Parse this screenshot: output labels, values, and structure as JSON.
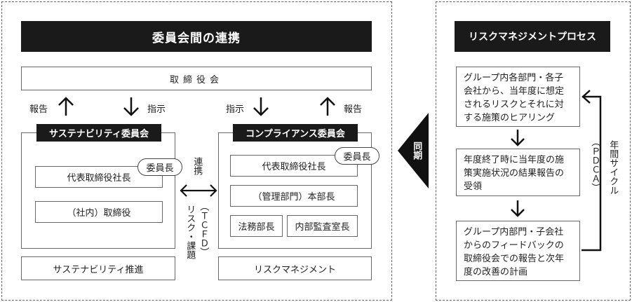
{
  "left": {
    "title": "委員会間の連携",
    "board": "取締役会",
    "report_left": "報告",
    "instruct_left": "指示",
    "instruct_right": "指示",
    "report_right": "報告",
    "sustain": {
      "header": "サステナビリティ委員会",
      "chair_badge": "委員長",
      "president": "代表取締役社長",
      "director": "（社内）取締役",
      "promotion": "サステナビリティ推進"
    },
    "compliance": {
      "header": "コンプライアンス委員会",
      "chair_badge": "委員長",
      "president": "代表取締役社長",
      "admin_head": "（管理部門）本部長",
      "legal": "法務部長",
      "audit": "内部監査室長",
      "risk_mgmt": "リスクマネジメント"
    },
    "link_label": "連携",
    "link_sub": "リスク・課題",
    "link_paren": "（ＴＣＦＤ）"
  },
  "sync_label": "同期",
  "right": {
    "title": "リスクマネジメントプロセス",
    "steps": [
      "グループ内各部門・各子会社から、当年度に想定されるリスクとそれに対する施策のヒアリング",
      "年度終了時に当年度の施策実施状況の結果報告の受領",
      "グループ内部門・子会社からのフィードバックの取締役会での報告と次年度の改善の計画"
    ],
    "cycle_label": "年間サイクル",
    "cycle_paren": "（ＰＤＣＡ）"
  }
}
